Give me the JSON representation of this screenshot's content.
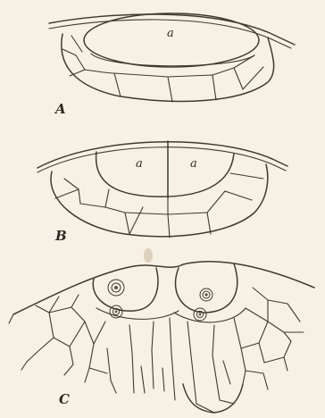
{
  "figures": [
    {
      "id": "A",
      "label": "A",
      "cell_labels": [
        "a"
      ]
    },
    {
      "id": "B",
      "label": "B",
      "cell_labels": [
        "a",
        "a"
      ]
    },
    {
      "id": "C",
      "label": "C",
      "cell_labels": []
    }
  ]
}
